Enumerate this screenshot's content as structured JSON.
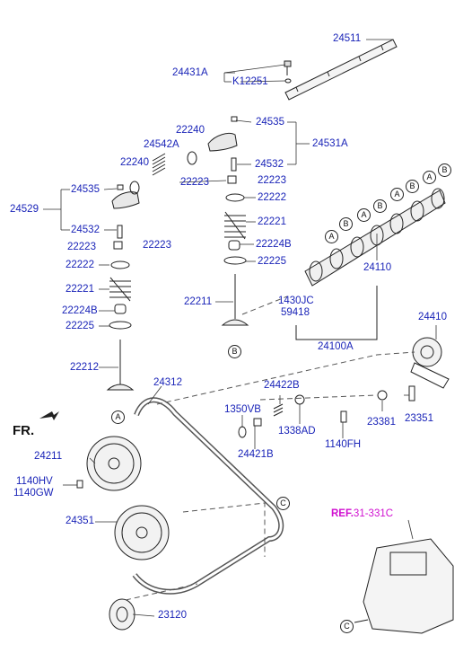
{
  "diagram": {
    "fr_label": "FR.",
    "ref": {
      "prefix": "REF.",
      "value": "31-331C"
    },
    "parts": {
      "p24511": "24511",
      "p24431A": "24431A",
      "pK12251": "K12251",
      "p22240a": "22240",
      "p24535a": "24535",
      "p24542A": "24542A",
      "p24531A": "24531A",
      "p22240b": "22240",
      "p24532a": "24532",
      "p22223a": "22223",
      "p22223b": "22223",
      "p24535b": "24535",
      "p22222a": "22222",
      "p24529": "24529",
      "p22221a": "22221",
      "p24532b": "24532",
      "p22224Ba": "22224B",
      "p22223c": "22223",
      "p22223d": "22223",
      "p22225a": "22225",
      "p22222b": "22222",
      "p22221b": "22221",
      "p24110": "24110",
      "p22211": "22211",
      "p1430JC": "1430JC",
      "p59418": "59418",
      "p22224Bb": "22224B",
      "p24410": "24410",
      "p22225b": "22225",
      "p24100A": "24100A",
      "p22212": "22212",
      "p24312": "24312",
      "p24422B": "24422B",
      "p1350VB": "1350VB",
      "p1338AD": "1338AD",
      "p23381": "23381",
      "p23351": "23351",
      "p1140FH": "1140FH",
      "p24421B": "24421B",
      "p24211": "24211",
      "p1140HV": "1140HV",
      "p1140GW": "1140GW",
      "p24351": "24351",
      "p23120": "23120"
    },
    "markers": {
      "a": "A",
      "b": "B",
      "c": "C"
    }
  }
}
